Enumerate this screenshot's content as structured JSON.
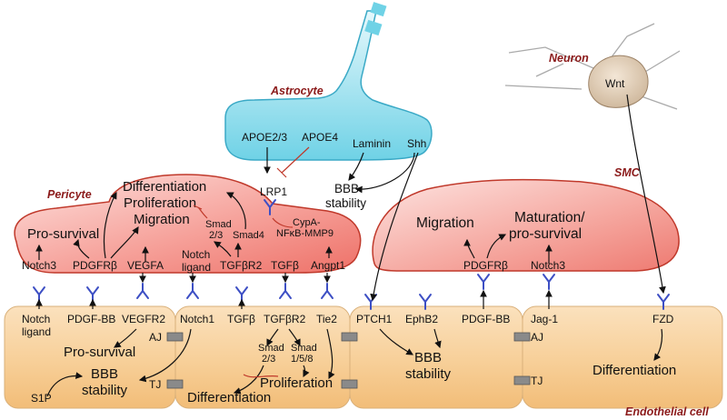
{
  "cells": {
    "astrocyte": "Astrocyte",
    "pericyte": "Pericyte",
    "neuron": "Neuron",
    "smc": "SMC",
    "endothelial": "Endothelial cell"
  },
  "astrocyte": {
    "apoe23": "APOE2/3",
    "apoe4": "APOE4",
    "laminin": "Laminin",
    "shh": "Shh"
  },
  "neuron": {
    "wnt": "Wnt"
  },
  "center": {
    "lrp1": "LRP1",
    "cypa_1": "CypA-",
    "cypa_2": "NFκB-MMP9",
    "bbb_1": "BBB",
    "bbb_2": "stability"
  },
  "pericyte": {
    "differentiation": "Differentiation",
    "proliferation": "Proliferation",
    "migration": "Migration",
    "pro_survival": "Pro-survival",
    "smad23_1": "Smad",
    "smad23_2": "2/3",
    "smad4": "Smad4",
    "notch3": "Notch3",
    "pdgfrb": "PDGFRβ",
    "vegfa": "VEGFA",
    "notch_ligand_1": "Notch",
    "notch_ligand_2": "ligand",
    "tgfbr2": "TGFβR2",
    "tgfb": "TGFβ",
    "angpt1": "Angpt1"
  },
  "smc": {
    "migration": "Migration",
    "maturation_1": "Maturation/",
    "maturation_2": "pro-survival",
    "pdgfrb": "PDGFRβ",
    "notch3": "Notch3"
  },
  "endo1": {
    "notch_ligand_1": "Notch",
    "notch_ligand_2": "ligand",
    "pdgfbb": "PDGF-BB",
    "vegfr2": "VEGFR2",
    "pro_survival": "Pro-survival",
    "s1p": "S1P",
    "bbb_1": "BBB",
    "bbb_2": "stability",
    "aj": "AJ",
    "tj": "TJ"
  },
  "endo2": {
    "notch1": "Notch1",
    "tgfb": "TGFβ",
    "tgfbr2": "TGFβR2",
    "tie2": "Tie2",
    "smad23_1": "Smad",
    "smad23_2": "2/3",
    "smad158_1": "Smad",
    "smad158_2": "1/5/8",
    "proliferation": "Proliferation",
    "differentiation": "Differentiation"
  },
  "endo3": {
    "ptch1": "PTCH1",
    "ephb2": "EphB2",
    "pdgfbb": "PDGF-BB",
    "bbb_1": "BBB",
    "bbb_2": "stability"
  },
  "endo4": {
    "jag1": "Jag-1",
    "fzd": "FZD",
    "aj": "AJ",
    "tj": "TJ",
    "differentiation": "Differentiation"
  }
}
